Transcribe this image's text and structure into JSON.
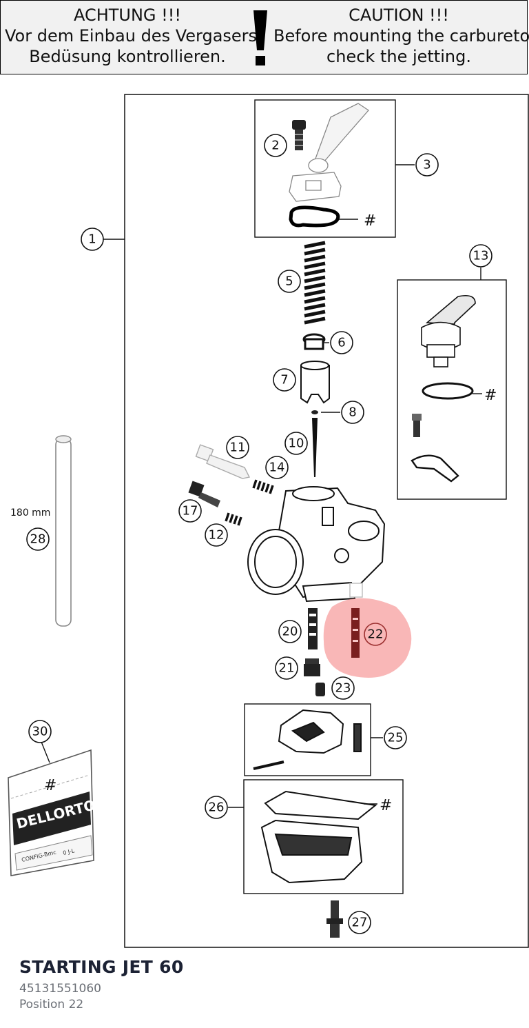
{
  "warning": {
    "de_lines": [
      "ACHTUNG !!!",
      "Vor dem Einbau des Vergasers,",
      "Bedüsung kontrollieren."
    ],
    "en_lines": [
      "CAUTION !!!",
      "Before mounting the carburetor,",
      "check the jetting."
    ]
  },
  "diagram": {
    "callouts": [
      "1",
      "2",
      "3",
      "5",
      "6",
      "7",
      "8",
      "10",
      "11",
      "12",
      "13",
      "14",
      "17",
      "20",
      "21",
      "22",
      "23",
      "25",
      "26",
      "27",
      "28",
      "30"
    ],
    "hash_mark": "#",
    "tube_length_label": "180 mm",
    "highlighted_position": "22",
    "highlight_color": "#f47b7b",
    "bag_texts": [
      "DELLORTO",
      "CONFIG-Bmc",
      "0 J-L"
    ]
  },
  "part": {
    "name": "STARTING JET 60",
    "number": "45131551060",
    "position": "Position 22"
  }
}
